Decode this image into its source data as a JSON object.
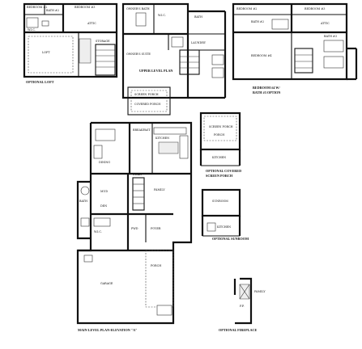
{
  "captions": {
    "optional_loft": "OPTIONAL LOFT",
    "upper_level_plan": "UPPER LEVEL PLAN",
    "bedroom4": "BEDROOM #4 W/",
    "bath3_option": "BATH #3 OPTION",
    "optional_covered": "OPTIONAL COVERED",
    "screen_porch": "SCREEN PORCH",
    "optional_sunroom": "OPTIONAL SUNROOM",
    "main_level": "MAIN LEVEL PLAN-ELEVATION \"A\"",
    "optional_fireplace": "OPTIONAL FIREPLACE"
  },
  "upper_left_rooms": {
    "bedroom2": "BEDROOM #2",
    "bedroom3": "BEDROOM #3",
    "bath2": "BATH #2",
    "wic": "W.I.C.",
    "attic": "ATTIC",
    "loft": "LOFT",
    "storage": "STORAGE"
  },
  "upper_mid_rooms": {
    "owners_suite": "OWNER'S SUITE",
    "owners_bath": "OWNER'S BATH",
    "wic": "W.I.C.",
    "laundry": "LAUNDRY",
    "bath": "BATH"
  },
  "upper_right_rooms": {
    "bedroom2": "BEDROOM #2",
    "bedroom3": "BEDROOM #3",
    "bedroom4": "BEDROOM #4",
    "bath3": "BATH #3",
    "bath2": "BATH #2",
    "attic": "ATTIC"
  },
  "main_rooms": {
    "screen_porch": "SCREEN PORCH",
    "covered_porch": "COVERED PORCH",
    "kitchen": "KITCHEN",
    "dining": "DINING",
    "breakfast": "BREAKFAST",
    "family": "FAMILY",
    "mud": "MUD",
    "stair": "STAIR",
    "foyer": "FOYER",
    "powder": "PWD",
    "porch": "PORCH",
    "garage": "GARAGE",
    "den": "DEN",
    "wic": "W.I.C.",
    "bath": "BATH"
  },
  "options_rooms": {
    "sunroom": "SUNROOM",
    "porch": "PORCH",
    "kitchen": "KITCHEN",
    "family": "FAMILY",
    "fireplace": "F.P."
  }
}
